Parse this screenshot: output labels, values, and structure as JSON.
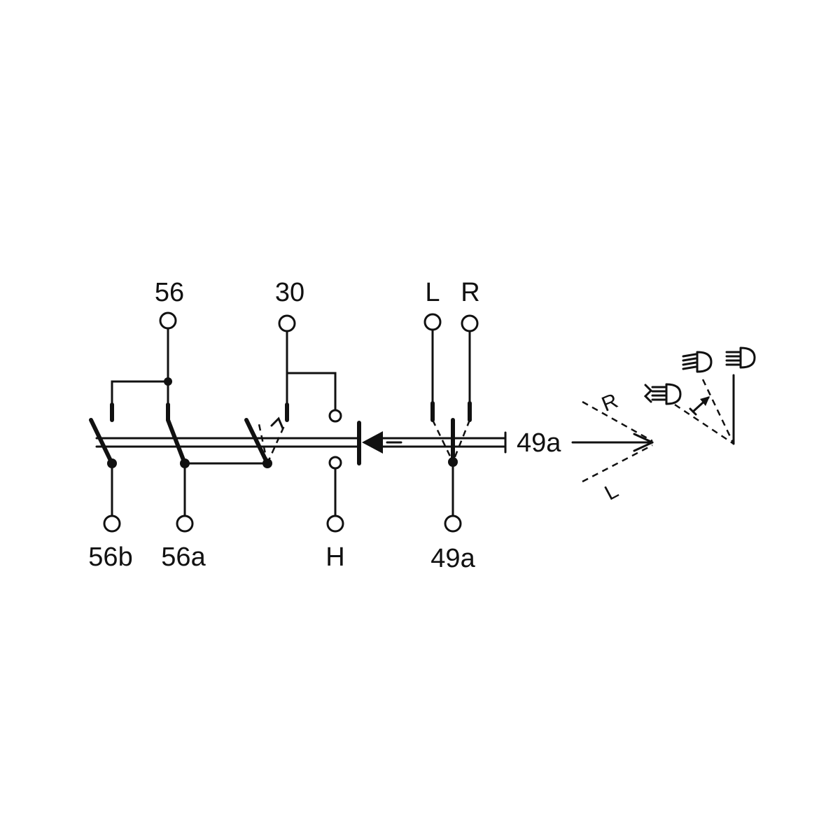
{
  "diagram": {
    "top_terminals": {
      "t56": "56",
      "t30": "30",
      "tL": "L",
      "tR": "R"
    },
    "bottom_terminals": {
      "t56b": "56b",
      "t56a": "56a",
      "tH": "H",
      "t49a": "49a"
    },
    "output_label": "49a",
    "direction_labels": {
      "right": "R",
      "left": "L"
    }
  }
}
